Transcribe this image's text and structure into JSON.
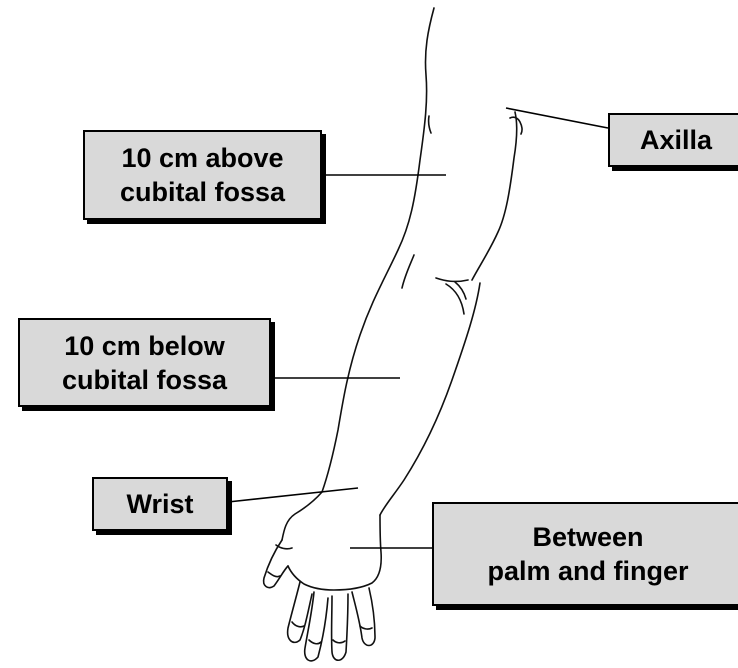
{
  "labels": {
    "axilla": {
      "line1": "Axilla"
    },
    "above": {
      "line1": "10 cm above",
      "line2": "cubital fossa"
    },
    "below": {
      "line1": "10 cm below",
      "line2": "cubital fossa"
    },
    "wrist": {
      "line1": "Wrist"
    },
    "between": {
      "line1": "Between",
      "line2": "palm and finger"
    }
  },
  "colors": {
    "box_fill": "#d9d9d9",
    "outline": "#000000",
    "background": "#ffffff"
  }
}
